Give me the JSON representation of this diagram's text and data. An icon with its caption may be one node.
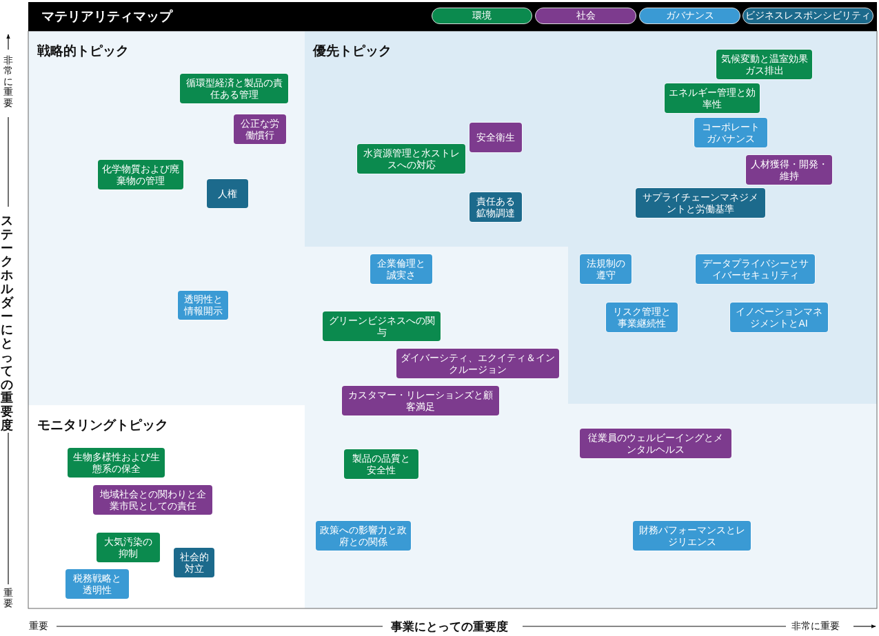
{
  "diagram": {
    "title": "マテリアリティマップ",
    "nodes": [
      {
        "text": [
          "気候変動と温室効果ガス排出"
        ]
      },
      {
        "text": [
          "循環型経済と製品の責任ある管理"
        ]
      },
      {
        "text": [
          "エネルギー管理と効率性"
        ]
      },
      {
        "text": [
          "公正な労働慣行"
        ]
      },
      {
        "text": [
          "コーポレートガバナンス"
        ]
      },
      {
        "text": [
          "安全衛生"
        ]
      },
      {
        "text": [
          "水資源管理と水ストレスへの対応"
        ]
      },
      {
        "text": [
          "人材獲得・開発・維持"
        ]
      },
      {
        "text": [
          "化学物質および廃棄物の管理"
        ]
      },
      {
        "text": [
          "人権"
        ]
      },
      {
        "text": [
          "サプライチェーンマネジメントと労働基準"
        ]
      },
      {
        "text": [
          "責任ある鉱物調達"
        ]
      },
      {
        "text": [
          "企業倫理と誠実さ"
        ]
      },
      {
        "text": [
          "法規制の遵守"
        ]
      },
      {
        "text": [
          "データプライバシーとサイバーセキュリティ"
        ]
      },
      {
        "text": [
          "透明性と情報開示"
        ]
      },
      {
        "text": [
          "リスク管理と事業継続性"
        ]
      },
      {
        "text": [
          "イノベーションマネジメントとAI"
        ]
      },
      {
        "text": [
          "グリーンビジネスへの関与"
        ]
      },
      {
        "text": [
          "ダイバーシティ、エクイティ＆インクルージョン"
        ]
      },
      {
        "text": [
          "カスタマー・リレーションズと顧客満足"
        ]
      },
      {
        "text": [
          "従業員のウェルビーイングとメンタルヘルス"
        ]
      },
      {
        "text": [
          "生物多様性および生態系の保全"
        ]
      },
      {
        "text": [
          "製品の品質と安全性"
        ]
      },
      {
        "text": [
          "地域社会との関わりと企業市民としての責任"
        ]
      },
      {
        "text": [
          "政策への影響力と政府との関係"
        ]
      },
      {
        "text": [
          "財務パフォーマンスとレジリエンス"
        ]
      },
      {
        "text": [
          "大気汚染の抑制"
        ]
      },
      {
        "text": [
          "社会的対立"
        ]
      },
      {
        "text": [
          "税務戦略と透明性"
        ]
      }
    ],
    "labels": [
      "非常に重要",
      "戦略的トピック",
      "優先トピック",
      "ステークホルダーにとっての重要度",
      "モニタリングトピック",
      "重要",
      "重要",
      "事業にとっての重要度",
      "非常に重要"
    ],
    "legend": [
      {
        "text": "環境",
        "color": "#0b8a4e"
      },
      {
        "text": "社会",
        "color": "#7d3b8e"
      },
      {
        "text": "ガバナンス",
        "color": "#3a9ad4"
      },
      {
        "text": "ビジネスレスポンシビリティ",
        "color": "#1c6a8c"
      }
    ]
  }
}
